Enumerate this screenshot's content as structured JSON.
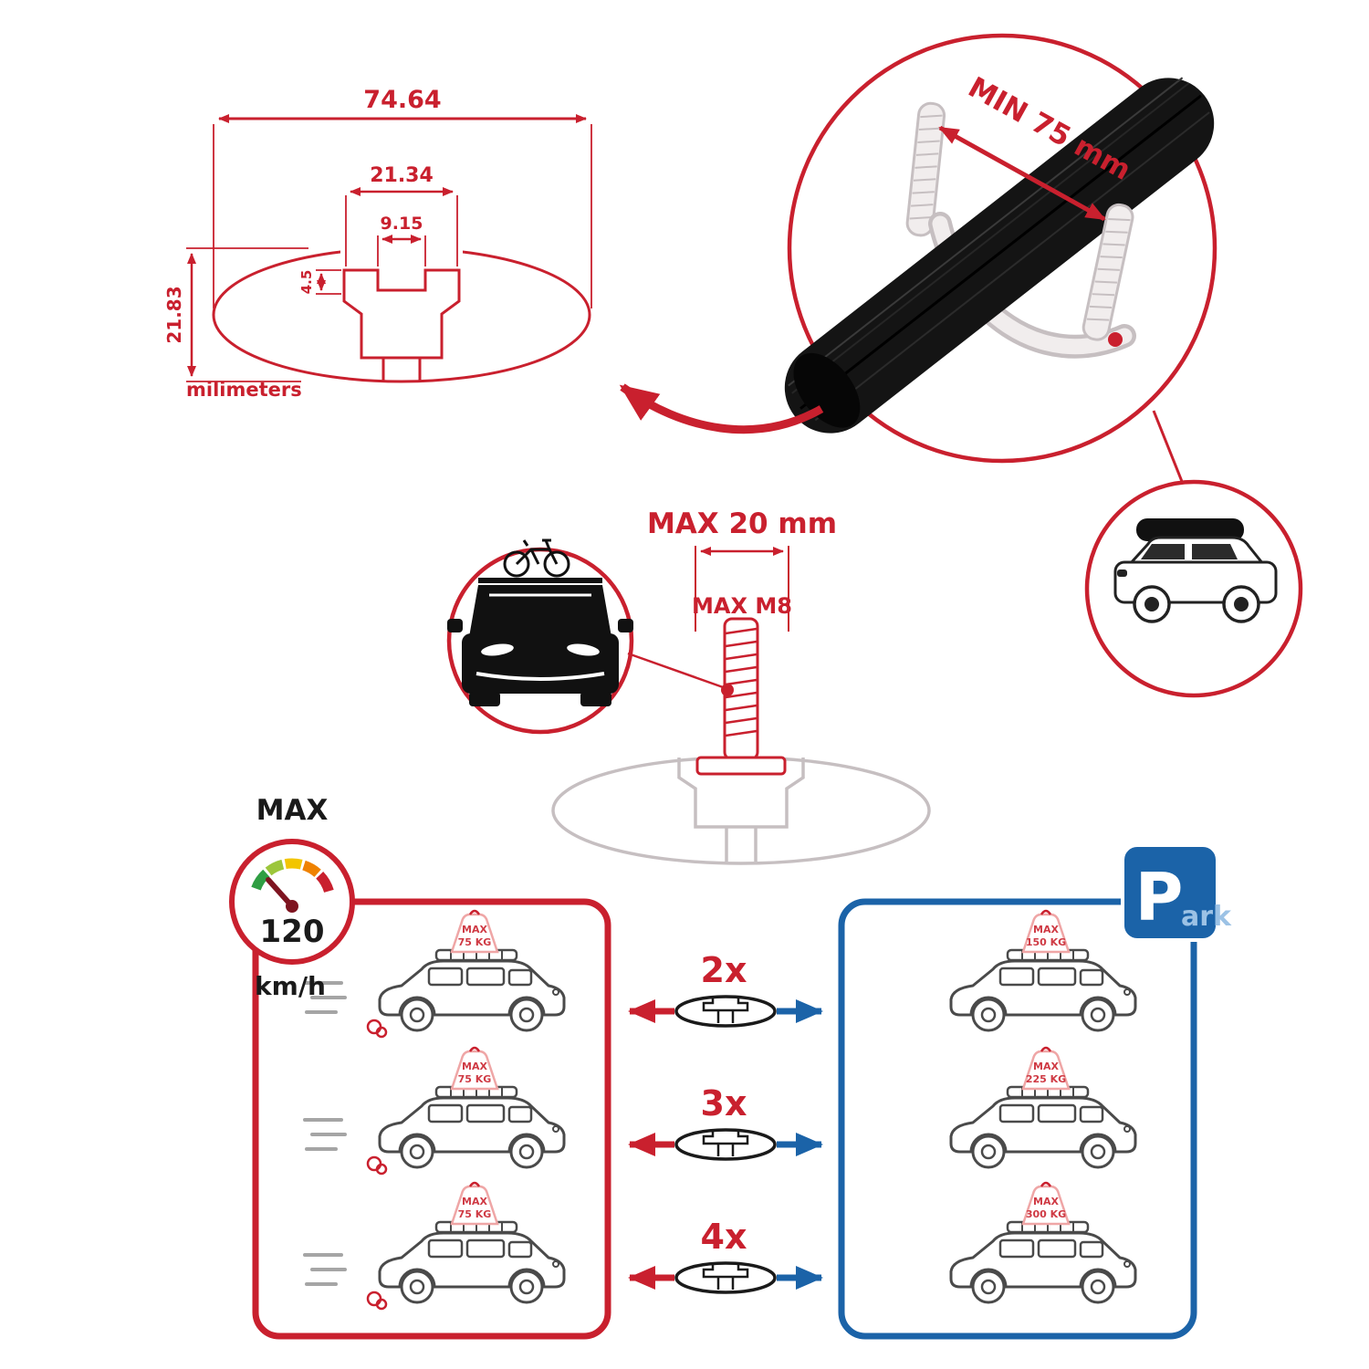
{
  "colors": {
    "accent_red": "#c9202e",
    "accent_blue": "#1b63a8",
    "bar_black": "#161616",
    "ghost_gray": "#c6bfc1"
  },
  "cross_section": {
    "total_width": "74.64",
    "channel_width": "21.34",
    "slot_width": "9.15",
    "lip_depth": "4.5",
    "total_height": "21.83",
    "units": "milimeters"
  },
  "bar_circle": {
    "min_span": "MIN 75 mm"
  },
  "bolt": {
    "max_width": "MAX 20 mm",
    "max_thread": "MAX M8"
  },
  "speedometer": {
    "title": "MAX",
    "value": "120",
    "unit": "km/h"
  },
  "park_sign": {
    "letter": "P",
    "rest": "ark"
  },
  "bar_counts": [
    {
      "label": "2x"
    },
    {
      "label": "3x"
    },
    {
      "label": "4x"
    }
  ],
  "driving_cars": [
    {
      "tag_line1": "MAX",
      "tag_line2": "75 KG"
    },
    {
      "tag_line1": "MAX",
      "tag_line2": "75 KG"
    },
    {
      "tag_line1": "MAX",
      "tag_line2": "75 KG"
    }
  ],
  "parked_cars": [
    {
      "tag_line1": "MAX",
      "tag_line2": "150 KG"
    },
    {
      "tag_line1": "MAX",
      "tag_line2": "225 KG"
    },
    {
      "tag_line1": "MAX",
      "tag_line2": "300 KG"
    }
  ]
}
